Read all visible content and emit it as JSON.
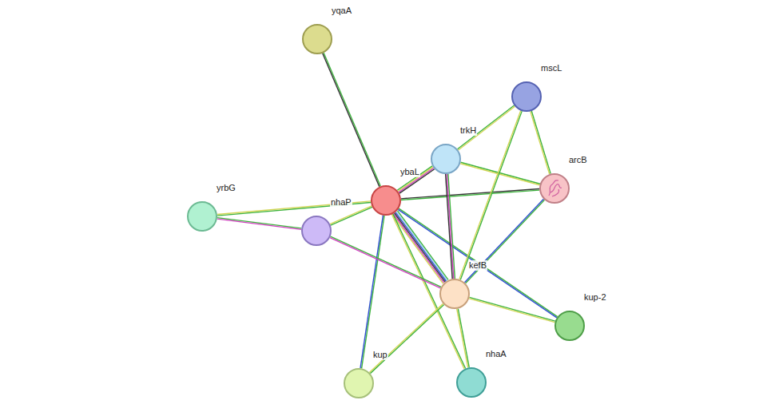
{
  "diagram": {
    "nodes": [
      {
        "text": [
          "yqaA"
        ]
      },
      {
        "text": [
          "mscL"
        ]
      },
      {
        "text": [
          "trkH"
        ]
      },
      {
        "text": [
          "arcB"
        ]
      },
      {
        "text": [
          "ybaL"
        ]
      },
      {
        "text": [
          "yrbG"
        ]
      },
      {
        "text": [
          "nhaP"
        ]
      },
      {
        "text": [
          "kefB"
        ]
      },
      {
        "text": [
          "kup-2"
        ]
      },
      {
        "text": [
          "kup"
        ]
      },
      {
        "text": [
          "nhaA"
        ]
      }
    ],
    "edges": [
      {
        "from": 0,
        "to": 4,
        "arrow": "none"
      },
      {
        "from": 4,
        "to": 2,
        "arrow": "none"
      },
      {
        "from": 4,
        "to": 3,
        "arrow": "none"
      },
      {
        "from": 4,
        "to": 5,
        "arrow": "none"
      },
      {
        "from": 4,
        "to": 6,
        "arrow": "none"
      },
      {
        "from": 4,
        "to": 7,
        "arrow": "none"
      },
      {
        "from": 4,
        "to": 9,
        "arrow": "none"
      },
      {
        "from": 4,
        "to": 10,
        "arrow": "none"
      },
      {
        "from": 4,
        "to": 8,
        "arrow": "none"
      },
      {
        "from": 2,
        "to": 1,
        "arrow": "none"
      },
      {
        "from": 2,
        "to": 3,
        "arrow": "none"
      },
      {
        "from": 2,
        "to": 7,
        "arrow": "none"
      },
      {
        "from": 1,
        "to": 3,
        "arrow": "none"
      },
      {
        "from": 1,
        "to": 7,
        "arrow": "none"
      },
      {
        "from": 3,
        "to": 7,
        "arrow": "none"
      },
      {
        "from": 5,
        "to": 6,
        "arrow": "none"
      },
      {
        "from": 6,
        "to": 7,
        "arrow": "none"
      },
      {
        "from": 7,
        "to": 8,
        "arrow": "none"
      },
      {
        "from": 7,
        "to": 9,
        "arrow": "none"
      },
      {
        "from": 7,
        "to": 10,
        "arrow": "none"
      }
    ]
  }
}
